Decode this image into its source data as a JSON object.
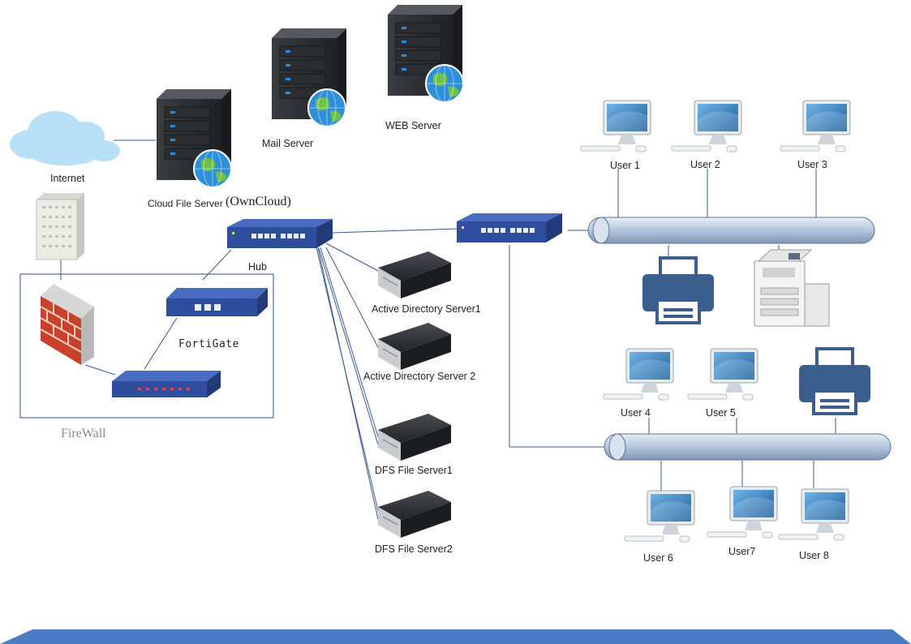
{
  "labels": {
    "internet": "Internet",
    "cloud_file_server": "Cloud File Server",
    "owncloud": "(OwnCloud)",
    "mail_server": "Mail Server",
    "web_server": "WEB Server",
    "hub": "Hub",
    "fortigate": "FortiGate",
    "firewall": "FireWall",
    "ad_server_1": "Active Directory Server1",
    "ad_server_2": "Active Directory Server 2",
    "dfs_server_1": "DFS File Server1",
    "dfs_server_2": "DFS File Server2",
    "user1": "User 1",
    "user2": "User 2",
    "user3": "User 3",
    "user4": "User 4",
    "user5": "User 5",
    "user6": "User 6",
    "user7": "User7",
    "user8": "User 8"
  },
  "colors": {
    "cloud": "#b8e0f6",
    "server_dark": "#2d2f33",
    "server_led": "#2a8ee0",
    "globe": "#2f8fd8",
    "globe_land": "#6cc24a",
    "switch_blue": "#2f4f9e",
    "firewall_brick": "#c9412a",
    "pipe": "#b9cbe0",
    "printer": "#3a5f8f",
    "bottom_bar": "#4a7bc4",
    "line": "#3a5a8c"
  },
  "icons": {
    "internet": "cloud-icon",
    "servers": "rack-server-icon",
    "switches": "network-switch-icon",
    "firewall": "brick-wall-icon",
    "workstations": "desktop-computer-icon",
    "printers": "printer-icon",
    "copier": "copier-icon"
  }
}
